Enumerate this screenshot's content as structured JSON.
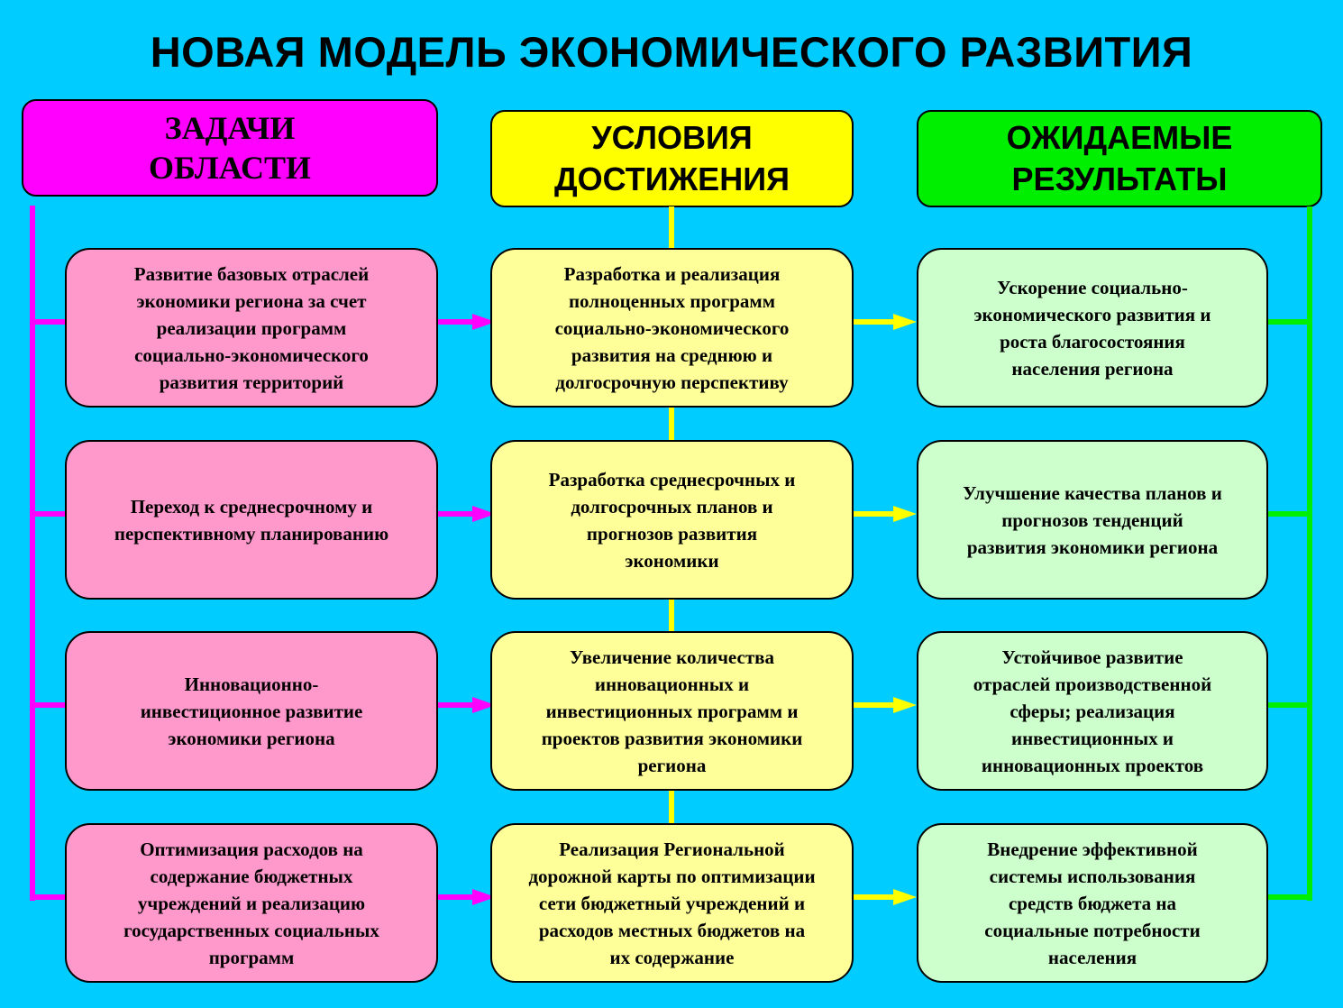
{
  "title": "НОВАЯ МОДЕЛЬ ЭКОНОМИЧЕСКОГО РАЗВИТИЯ",
  "headers": {
    "tasks": "ЗАДАЧИ\nОБЛАСТИ",
    "conditions": "УСЛОВИЯ\nДОСТИЖЕНИЯ",
    "results": "ОЖИДАЕМЫЕ\nРЕЗУЛЬТАТЫ"
  },
  "rows": [
    {
      "task": "Развитие базовых отраслей\nэкономики региона за счет\nреализации программ\nсоциально-экономического\nразвития территорий",
      "condition": "Разработка и реализация\nполноценных программ\nсоциально-экономического\nразвития на среднюю и\nдолгосрочную перспективу",
      "result": "Ускорение социально-\nэкономического развития и\nроста благосостояния\nнаселения региона"
    },
    {
      "task": "Переход к среднесрочному и\nперспективному планированию",
      "condition": "Разработка среднесрочных и\nдолгосрочных планов и\nпрогнозов развития\nэкономики",
      "result": "Улучшение качества планов и\nпрогнозов тенденций\nразвития экономики региона"
    },
    {
      "task": "Инновационно-\nинвестиционное развитие\nэкономики региона",
      "condition": "Увеличение количества\nинновационных и\nинвестиционных программ и\nпроектов развития экономики\nрегиона",
      "result": "Устойчивое развитие\nотраслей производственной\nсферы; реализация\nинвестиционных и\nинновационных проектов"
    },
    {
      "task": "Оптимизация расходов на\nсодержание бюджетных\nучреждений и реализацию\nгосударственных социальных\nпрограмм",
      "condition": "Реализация Региональной\nдорожной карты по оптимизации\nсети бюджетный учреждений и\nрасходов местных бюджетов на\nих содержание",
      "result": "Внедрение эффективной\nсистемы использования\nсредств бюджета на\nсоциальные потребности\nнаселения"
    }
  ],
  "colors": {
    "background": "#00ccff",
    "tasks": "#ff00ff",
    "conditions": "#ffff00",
    "results": "#00ee00"
  }
}
